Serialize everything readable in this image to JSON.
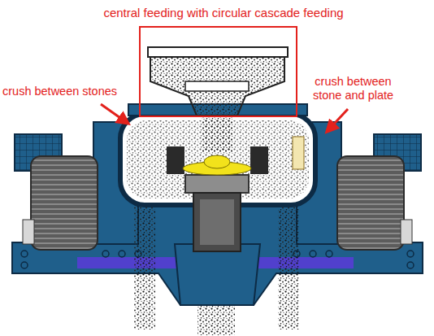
{
  "diagram": {
    "labels": [
      "central feeding with circular cascade feeding",
      "crush between stones",
      "crush between stone and plate"
    ]
  }
}
